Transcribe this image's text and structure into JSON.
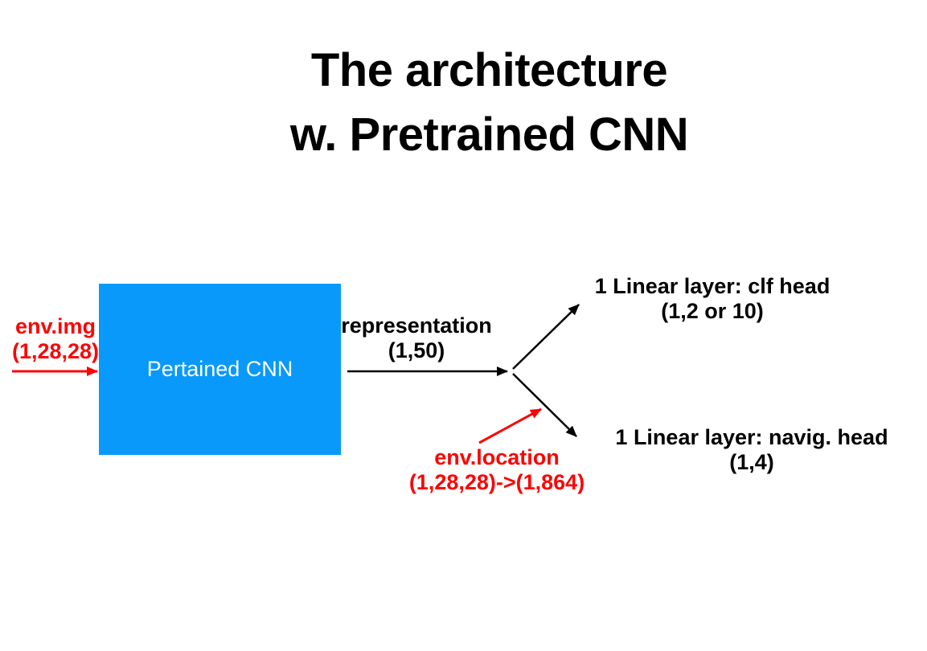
{
  "slide": {
    "title_line1": "The architecture",
    "title_line2": "w. Pretrained CNN"
  },
  "diagram": {
    "cnn_box": {
      "label": "Pertained CNN"
    },
    "input_label": {
      "line1": "env.img",
      "line2": "(1,28,28)"
    },
    "representation_label": {
      "line1": "representation",
      "line2": "(1,50)"
    },
    "clf_head_label": {
      "line1": "1 Linear layer: clf head",
      "line2": "(1,2 or 10)"
    },
    "navig_head_label": {
      "line1": "1 Linear layer: navig. head",
      "line2": "(1,4)"
    },
    "location_label": {
      "line1": "env.location",
      "line2": "(1,28,28)->(1,864)"
    },
    "colors": {
      "box_blue": "#0999fa",
      "accent_red": "#fb0505",
      "arrow_black": "#000000",
      "text_black": "#000000",
      "box_text_white": "#ffffff"
    }
  }
}
